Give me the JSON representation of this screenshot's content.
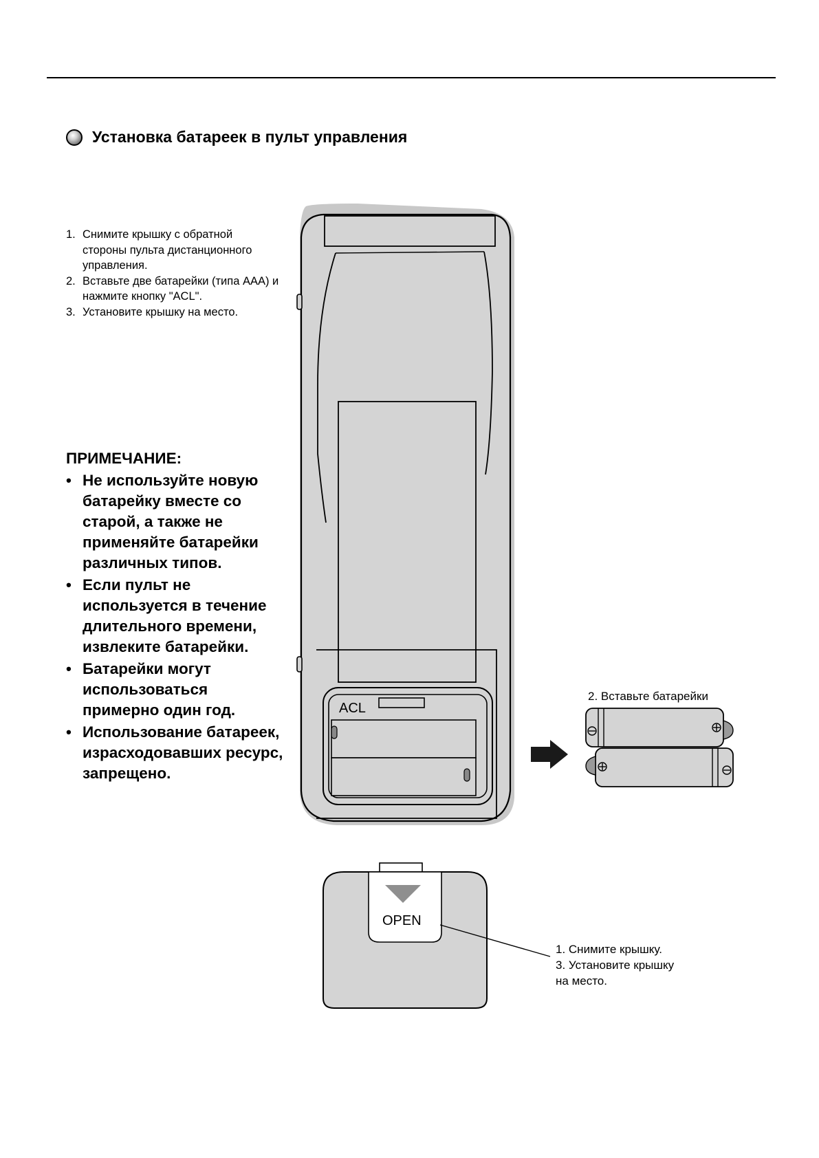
{
  "heading": {
    "icon": "sphere-bullet-icon",
    "text": "Установка батареек в пульт управления"
  },
  "steps": [
    {
      "num": "1.",
      "text": "Снимите крышку с обратной стороны пульта дистанционного управления."
    },
    {
      "num": "2.",
      "text": "Вставьте две батарейки (типа AAA) и нажмите кнопку \"ACL\"."
    },
    {
      "num": "3.",
      "text": "Установите крышку на место."
    }
  ],
  "note": {
    "title": "ПРИМЕЧАНИЕ:",
    "items": [
      "Не используйте новую батарейку вместе со старой, а также не применяйте батарейки различных типов.",
      "Если пульт не используется в течение длительного времени, извлеките батарейки.",
      "Батарейки могут использоваться примерно один год.",
      "Использование батареек, израсходовавших ресурс, запрещено."
    ]
  },
  "figure": {
    "acl_label": "ACL",
    "open_label": "OPEN",
    "insert_label": "2. Вставьте батарейки",
    "cover_label_lines": [
      "1. Снимите крышку.",
      "3. Установите крышку",
      "на место."
    ],
    "colors": {
      "body": "#d4d4d4",
      "shadow": "#c8c8c8",
      "arrow": "#1a1a1a",
      "open_arrow": "#8f8f8f"
    }
  }
}
